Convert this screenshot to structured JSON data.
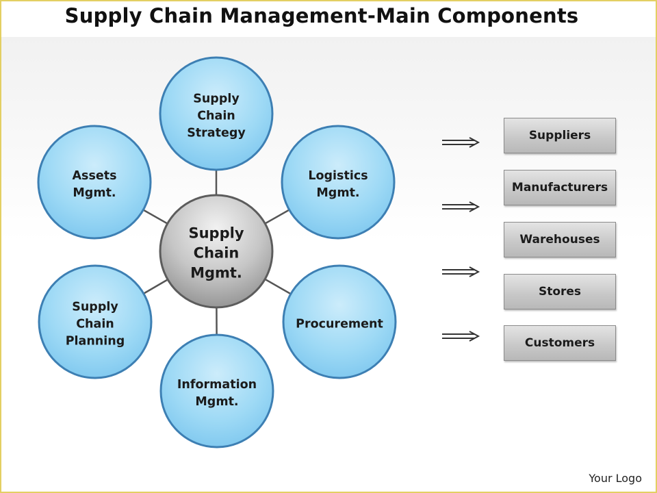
{
  "title": "Supply Chain Management-Main Components",
  "hub": {
    "label_lines": [
      "Supply",
      "Chain",
      "Mgmt."
    ]
  },
  "components": [
    {
      "id": "strategy",
      "label_lines": [
        "Supply",
        "Chain",
        "Strategy"
      ]
    },
    {
      "id": "logistics",
      "label_lines": [
        "Logistics",
        "Mgmt."
      ]
    },
    {
      "id": "procurement",
      "label_lines": [
        "Procurement"
      ]
    },
    {
      "id": "information",
      "label_lines": [
        "Information",
        "Mgmt."
      ]
    },
    {
      "id": "planning",
      "label_lines": [
        "Supply",
        "Chain",
        "Planning"
      ]
    },
    {
      "id": "assets",
      "label_lines": [
        "Assets",
        "Mgmt."
      ]
    }
  ],
  "chain_boxes": [
    "Suppliers",
    "Manufacturers",
    "Warehouses",
    "Stores",
    "Customers"
  ],
  "arrow_count": 4,
  "logo_text": "Your Logo",
  "colors": {
    "node_fill": "#8fd3f2",
    "node_stroke": "#3d7fb3",
    "hub_fill": "#a8a8a8",
    "hub_stroke": "#5c5c5c",
    "box_fill": "#c9c9c9",
    "frame": "#e3cf63"
  }
}
